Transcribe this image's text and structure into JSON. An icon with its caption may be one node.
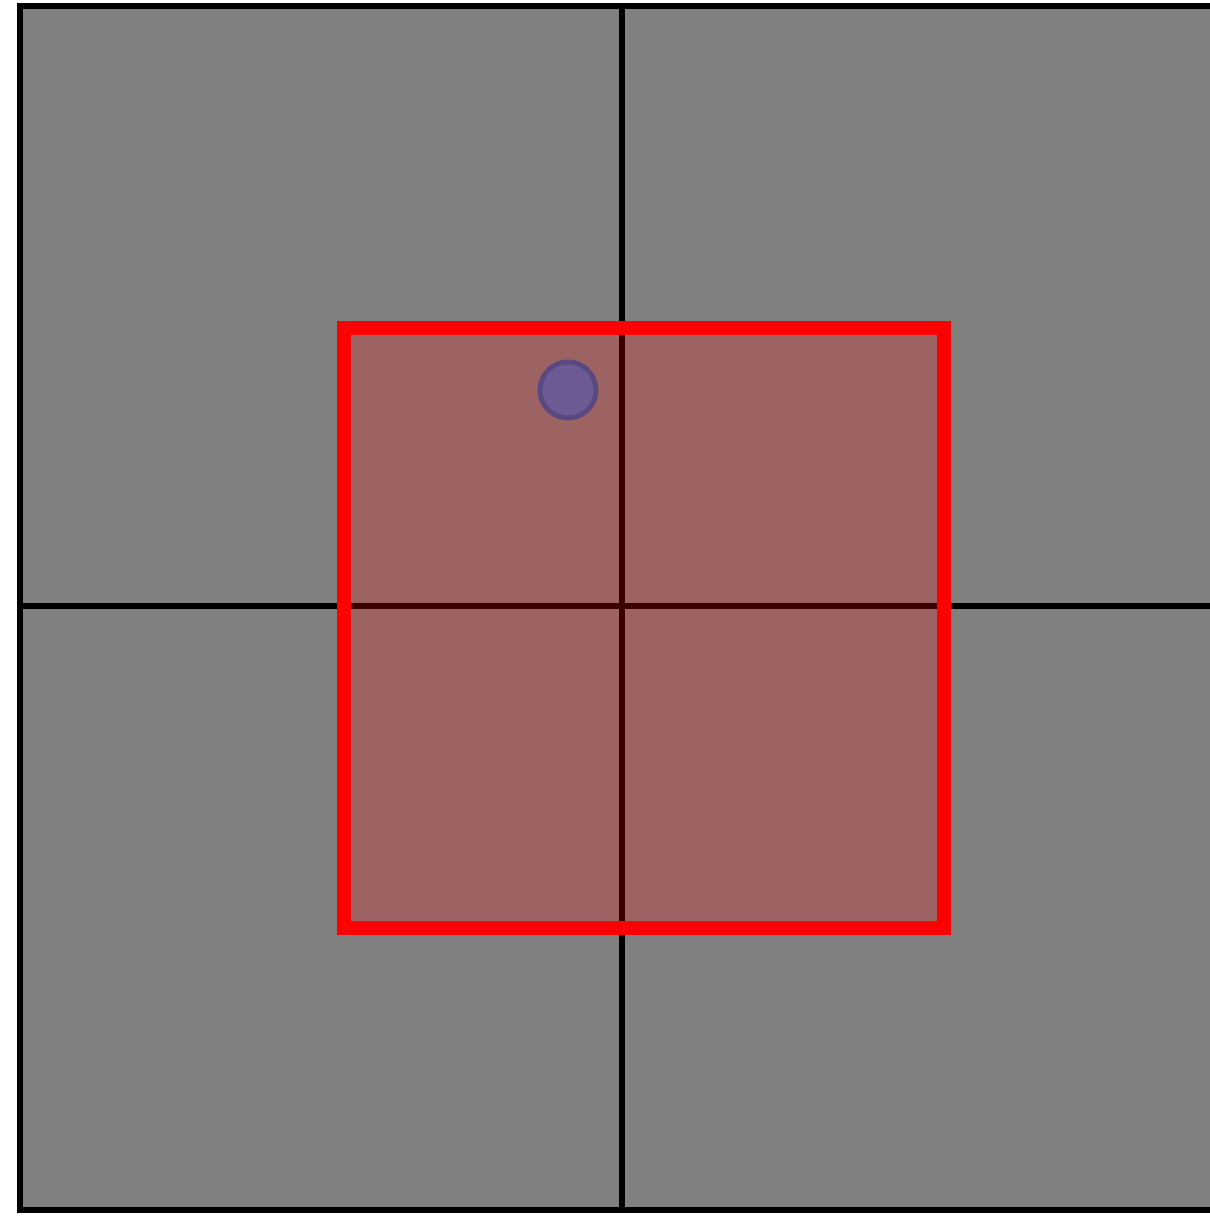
{
  "diagram": {
    "nodes": [
      {
        "text": [],
        "shape": "box"
      },
      {
        "text": [],
        "shape": "box"
      },
      {
        "text": [],
        "shape": "box"
      },
      {
        "text": [],
        "shape": "box"
      },
      {
        "text": [],
        "shape": "box"
      },
      {
        "text": [],
        "shape": "circle"
      }
    ]
  }
}
